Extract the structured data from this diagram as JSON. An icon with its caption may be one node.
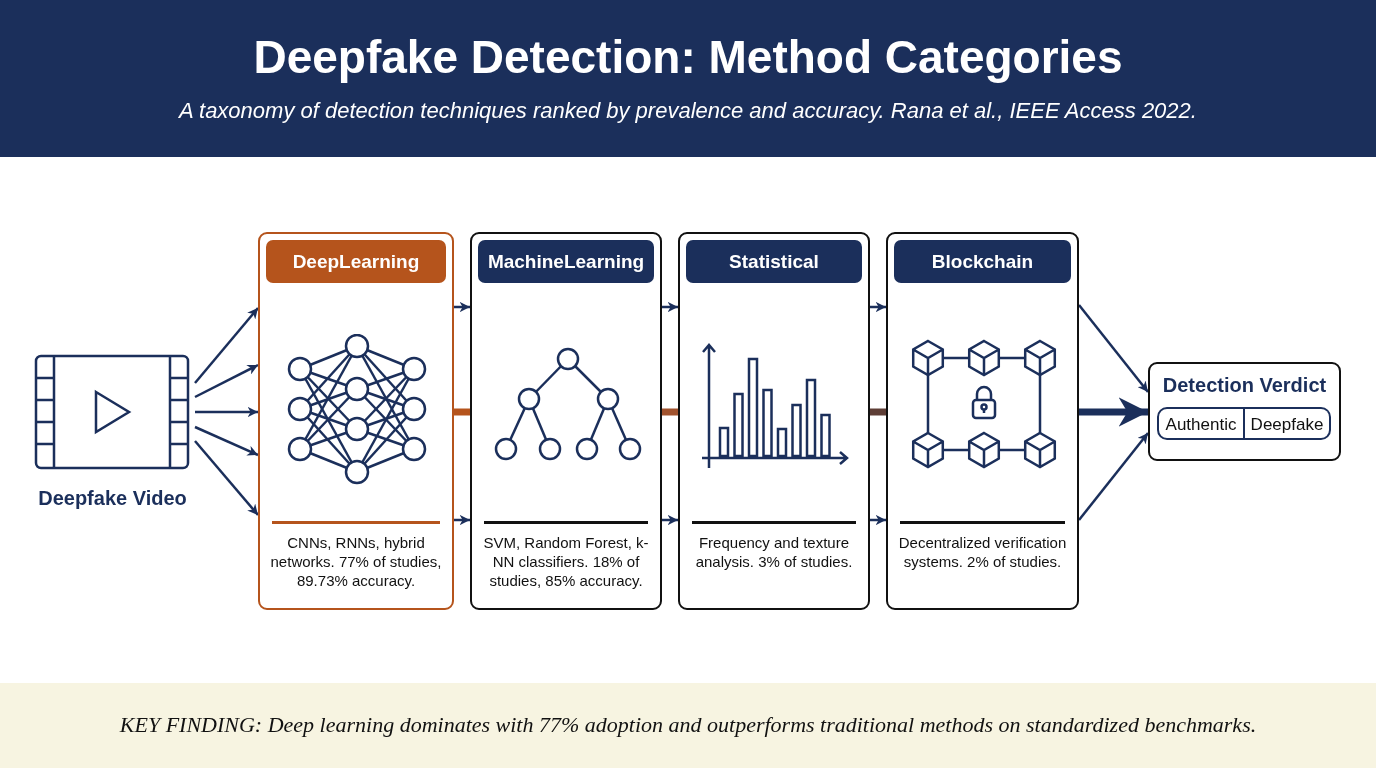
{
  "diagram": {
    "title": "Deepfake Detection: Method Categories",
    "caption": "KEY FINDING: Deep learning dominates with 77% adoption and outperforms traditional methods on standardized benchmarks.",
    "labels": [
      "A taxonomy of detection techniques ranked by prevalence and accuracy. Rana et al., IEEE Access 2022."
    ],
    "nodes": [
      {
        "text": [
          "Deepfake Video"
        ]
      },
      {
        "text": [
          "DeepLearning",
          "CNNs, RNNs, hybrid networks. 77% of studies, 89.73% accuracy."
        ]
      },
      {
        "text": [
          "MachineLearning",
          "SVM, Random Forest, k-NN classifiers. 18% of studies, 85% accuracy."
        ]
      },
      {
        "text": [
          "Statistical",
          "Frequency and texture analysis. 3% of studies."
        ]
      },
      {
        "text": [
          "Blockchain",
          "Decentralized verification systems. 2% of studies."
        ]
      },
      {
        "text": [
          "Detection Verdict"
        ]
      },
      {
        "text": [
          "Authentic"
        ],
        "in": 5
      },
      {
        "text": [
          "Deepfake"
        ],
        "in": 5
      }
    ],
    "edges": [
      {
        "from": 0,
        "to": 1,
        "arrow": "to"
      },
      {
        "from": 0,
        "to": 1,
        "arrow": "to"
      },
      {
        "from": 0,
        "to": 1,
        "arrow": "to"
      },
      {
        "from": 0,
        "to": 1,
        "arrow": "to"
      },
      {
        "from": 0,
        "to": 1,
        "arrow": "to"
      },
      {
        "from": 1,
        "to": 2,
        "arrow": "to"
      },
      {
        "from": 1,
        "to": 2,
        "arrow": "none",
        "style": "thick",
        "color": "#b5541c"
      },
      {
        "from": 1,
        "to": 2,
        "arrow": "to"
      },
      {
        "from": 2,
        "to": 3,
        "arrow": "to"
      },
      {
        "from": 2,
        "to": 3,
        "arrow": "none",
        "style": "thick",
        "color": "#a0522d"
      },
      {
        "from": 2,
        "to": 3,
        "arrow": "to"
      },
      {
        "from": 3,
        "to": 4,
        "arrow": "to"
      },
      {
        "from": 3,
        "to": 4,
        "arrow": "none",
        "style": "thick",
        "color": "#5e3e36"
      },
      {
        "from": 3,
        "to": 4,
        "arrow": "to"
      },
      {
        "from": 4,
        "to": 5,
        "arrow": "to"
      },
      {
        "from": 4,
        "to": 5,
        "arrow": "to",
        "style": "thick"
      },
      {
        "from": 4,
        "to": 5,
        "arrow": "to"
      }
    ]
  }
}
